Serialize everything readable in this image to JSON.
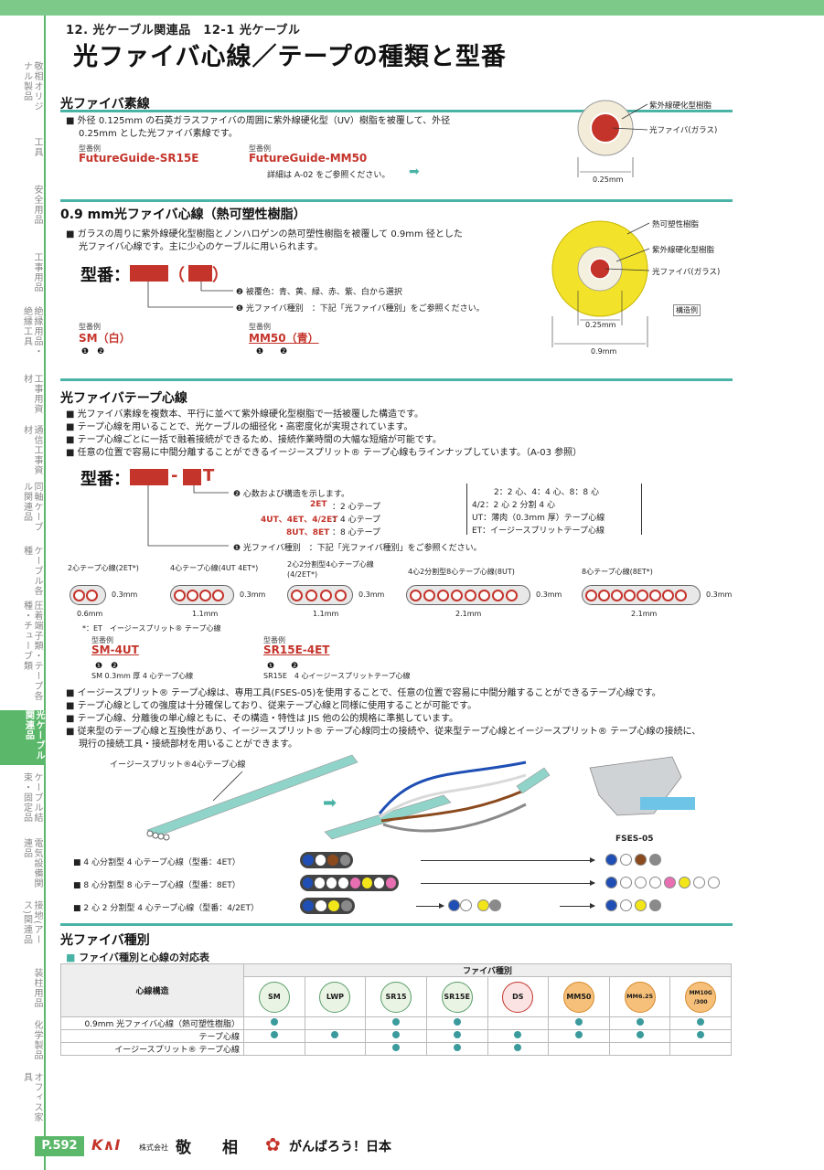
{
  "header": {
    "breadcrumb": "12. 光ケーブル関連品　12-1 光ケーブル",
    "title": "光ファイバ心線／テープの種類と型番"
  },
  "sidebar": {
    "items": [
      {
        "label": "敬相オリジナル製品"
      },
      {
        "label": "工具"
      },
      {
        "label": "安全用品"
      },
      {
        "label": "工事用品"
      },
      {
        "label": "絶縁用品・絶縁工具"
      },
      {
        "label": "工事用資材"
      },
      {
        "label": "通信工事資材"
      },
      {
        "label": "同軸ケーブル関連品"
      },
      {
        "label": "ケーブル各種"
      },
      {
        "label": "圧着端子類・テープ各種・チューブ類"
      },
      {
        "label": "光ケーブル関連品",
        "active": true
      },
      {
        "label": "ケーブル結束・固定品"
      },
      {
        "label": "電気設備関連品"
      },
      {
        "label": "接地(アース)関連品"
      },
      {
        "label": "装柱用品"
      },
      {
        "label": "化学製品"
      },
      {
        "label": "オフィス家具"
      }
    ]
  },
  "sec1": {
    "heading": "光ファイバ素線",
    "body_l1": "外径 0.125mm の石英ガラスファイバの周囲に紫外線硬化型（UV）樹脂を被覆して、外径",
    "body_l2": "0.25mm とした光ファイバ素線です。",
    "ex1_label": "型番例",
    "ex1_model": "FutureGuide-SR15E",
    "ex2_label": "型番例",
    "ex2_model": "FutureGuide-MM50",
    "ref": "詳細は A-02 をご参照ください。",
    "diag_uv": "紫外線硬化型樹脂",
    "diag_glass": "光ファイバ(ガラス)",
    "diag_dim": "0.25mm"
  },
  "sec2": {
    "heading": "0.9 mm光ファイバ心線（熱可塑性樹脂）",
    "body_l1": "ガラスの周りに紫外線硬化型樹脂とノンハロゲンの熱可塑性樹脂を被覆して 0.9mm 径とした",
    "body_l2": "光ファイバ心線です。主に少心のケーブルに用いられます。",
    "model_label": "型番：",
    "paren_open": "（",
    "paren_close": "）",
    "note2": "❷ 被覆色：青、黄、緑、赤、紫、白から選択",
    "note1": "❶ 光ファイバ種別　：下記「光ファイバ種別」をご参照ください。",
    "ex1_label": "型番例",
    "ex1_model": "SM（白）",
    "ex1_nums": "❶　❷",
    "ex2_label": "型番例",
    "ex2_model": "MM50（青）",
    "ex2_nums": "❶　　❷",
    "diag_thermo": "熱可塑性樹脂",
    "diag_uv": "紫外線硬化型樹脂",
    "diag_glass": "光ファイバ(ガラス)",
    "diag_dim1": "0.25mm",
    "diag_dim2": "0.9mm",
    "diag_caption": "構造例"
  },
  "sec3": {
    "heading": "光ファイバテープ心線",
    "bullets": [
      "光ファイバ素線を複数本、平行に並べて紫外線硬化型樹脂で一括被覆した構造です。",
      "テープ心線を用いることで、光ケーブルの細径化・高密度化が実現されています。",
      "テープ心線ごとに一括で融着接続ができるため、接続作業時間の大幅な短縮が可能です。",
      "任意の位置で容易に中間分離することができるイージースプリット® テープ心線もラインナップしています。（A-03 参照）"
    ],
    "model_label": "型番：",
    "dash": "-",
    "t_letter": "T",
    "note2": "❷ 心数および構造を示します。",
    "t2": "2ET",
    "t2_desc": "：2 心テープ",
    "t4": "4UT、4ET、4/2ET",
    "t4_desc": "：4 心テープ",
    "t8": "8UT、8ET",
    "t8_desc": "：8 心テープ",
    "note1": "❶ 光ファイバ種別　：下記「光ファイバ種別」をご参照ください。",
    "legend": [
      "2：2 心、4：4 心、8：8 心",
      "4/2：2 心 2 分割 4 心",
      "UT：薄肉（0.3mm 厚）テープ心線",
      "ET：イージースプリットテープ心線"
    ],
    "tapes": [
      {
        "label": "2心テープ心線(2ET*)",
        "w": "0.6mm",
        "h": "0.3mm"
      },
      {
        "label": "4心テープ心線(4UT 4ET*)",
        "w": "1.1mm",
        "h": "0.3mm"
      },
      {
        "label": "2心2分割型4心テープ心線 (4/2ET*)",
        "w": "1.1mm",
        "h": "0.3mm"
      },
      {
        "label": "4心2分割型8心テープ心線(8UT)",
        "w": "2.1mm",
        "h": "0.3mm"
      },
      {
        "label": "8心テープ心線(8ET*)",
        "w": "2.1mm",
        "h": "0.3mm"
      }
    ],
    "et_note": "*：ET　イージースプリット® テープ心線",
    "ex1_label": "型番例",
    "ex1_model": "SM-4UT",
    "ex1_nums": "❶　❷",
    "ex1_desc": "SM 0.3mm 厚 4 心テープ心線",
    "ex2_label": "型番例",
    "ex2_model": "SR15E-4ET",
    "ex2_nums": "❶　　❷",
    "ex2_desc": "SR15E　4 心イージースプリットテープ心線",
    "bullets2": [
      "イージースプリット® テープ心線は、専用工具(FSES-05)を使用することで、任意の位置で容易に中間分離することができるテープ心線です。",
      "テープ心線としての強度は十分確保しており、従来テープ心線と同様に使用することが可能です。",
      "テープ心線、分離後の単心線ともに、その構造・特性は JIS 他の公的規格に準拠しています。",
      "従来型のテープ心線と互換性があり、イージースプリット® テープ心線同士の接続や、従来型テープ心線とイージースプリット® テープ心線の接続に、",
      "現行の接続工具・接続部材を用いることができます。"
    ],
    "photo_label": "イージースプリット®4心テープ心線",
    "tool_label": "FSES-05",
    "split_rows": [
      {
        "label": "■ 4 心分割型 4 心テープ心線（型番：4ET）"
      },
      {
        "label": "■ 8 心分割型 8 心テープ心線（型番：8ET）"
      },
      {
        "label": "■ 2 心 2 分割型 4 心テープ心線（型番：4/2ET）"
      }
    ]
  },
  "colors": {
    "blue": "#1f4fb5",
    "white": "#ffffff",
    "brown": "#8b4a1d",
    "gray": "#8a8a8a",
    "yellow": "#f2e51a",
    "green": "#3fae4a",
    "pink": "#e96fb3",
    "accent": "#4ab3a5",
    "red": "#c4342b"
  },
  "sec4": {
    "heading": "光ファイバ種別",
    "subheading": "ファイバ種別と心線の対応表",
    "col_struct": "心線構造",
    "col_types": "ファイバ種別",
    "types": [
      "SM",
      "LWP",
      "SR15",
      "SR15E",
      "DS",
      "MM50",
      "MM6.25",
      "MM10G /300"
    ],
    "rows": [
      {
        "name": "0.9mm 光ファイバ心線（熱可塑性樹脂）",
        "marks": [
          true,
          false,
          true,
          true,
          false,
          true,
          true,
          true
        ]
      },
      {
        "name": "テープ心線",
        "marks": [
          true,
          true,
          true,
          true,
          true,
          true,
          true,
          true
        ]
      },
      {
        "name": "イージースプリット® テープ心線",
        "marks": [
          false,
          false,
          true,
          true,
          true,
          false,
          false,
          false
        ]
      }
    ]
  },
  "footer": {
    "page": "P.592",
    "company_prefix": "株式会社",
    "company": "敬　　相",
    "slogan": "がんばろう！日本"
  }
}
